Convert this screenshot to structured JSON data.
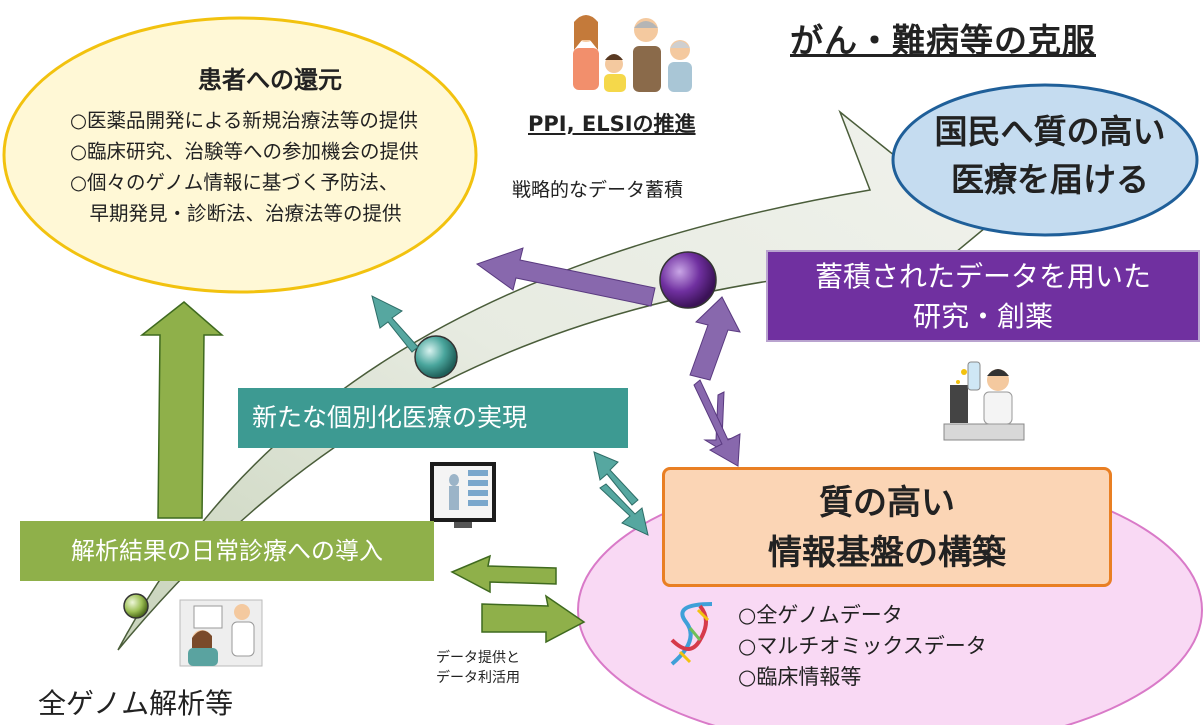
{
  "heading": "がん・難病等の克服",
  "ppi_label": "PPI, ELSIの推進",
  "strategy_label": "戦略的なデータ蓄積",
  "patient": {
    "title": "患者への還元",
    "items": [
      "○医薬品開発による新規治療法等の提供",
      "○臨床研究、治験等への参加機会の提供",
      "○個々のゲノム情報に基づく予防法、",
      "　早期発見・診断法、治療法等の提供"
    ]
  },
  "nation": {
    "line1": "国民へ質の高い",
    "line2": "医療を届ける"
  },
  "research": {
    "line1": "蓄積されたデータを用いた",
    "line2": "研究・創薬"
  },
  "personalized_label": "新たな個別化医療の実現",
  "daily_label": "解析結果の日常診療への導入",
  "info_platform": {
    "line1": "質の高い",
    "line2": "情報基盤の構築",
    "items": [
      "○全ゲノムデータ",
      "○マルチオミックスデータ",
      "○臨床情報等"
    ]
  },
  "data_provide": {
    "line1": "データ提供と",
    "line2": "データ利活用"
  },
  "genome_label": "全ゲノム解析等",
  "colors": {
    "purple": "#7030a0",
    "teal": "#3d9a92",
    "green": "#8fb04a",
    "orange": "#e97f23",
    "yellow": "#f2c20f",
    "blue_ellipse": "#c5dcf0",
    "pink_ellipse": "#f9d9f4"
  },
  "icons": [
    "family-icon",
    "scientist-icon",
    "monitor-icon",
    "dna-icon",
    "doctor-patient-icon",
    "purple-orb-icon",
    "teal-orb-icon",
    "green-orb-icon"
  ]
}
